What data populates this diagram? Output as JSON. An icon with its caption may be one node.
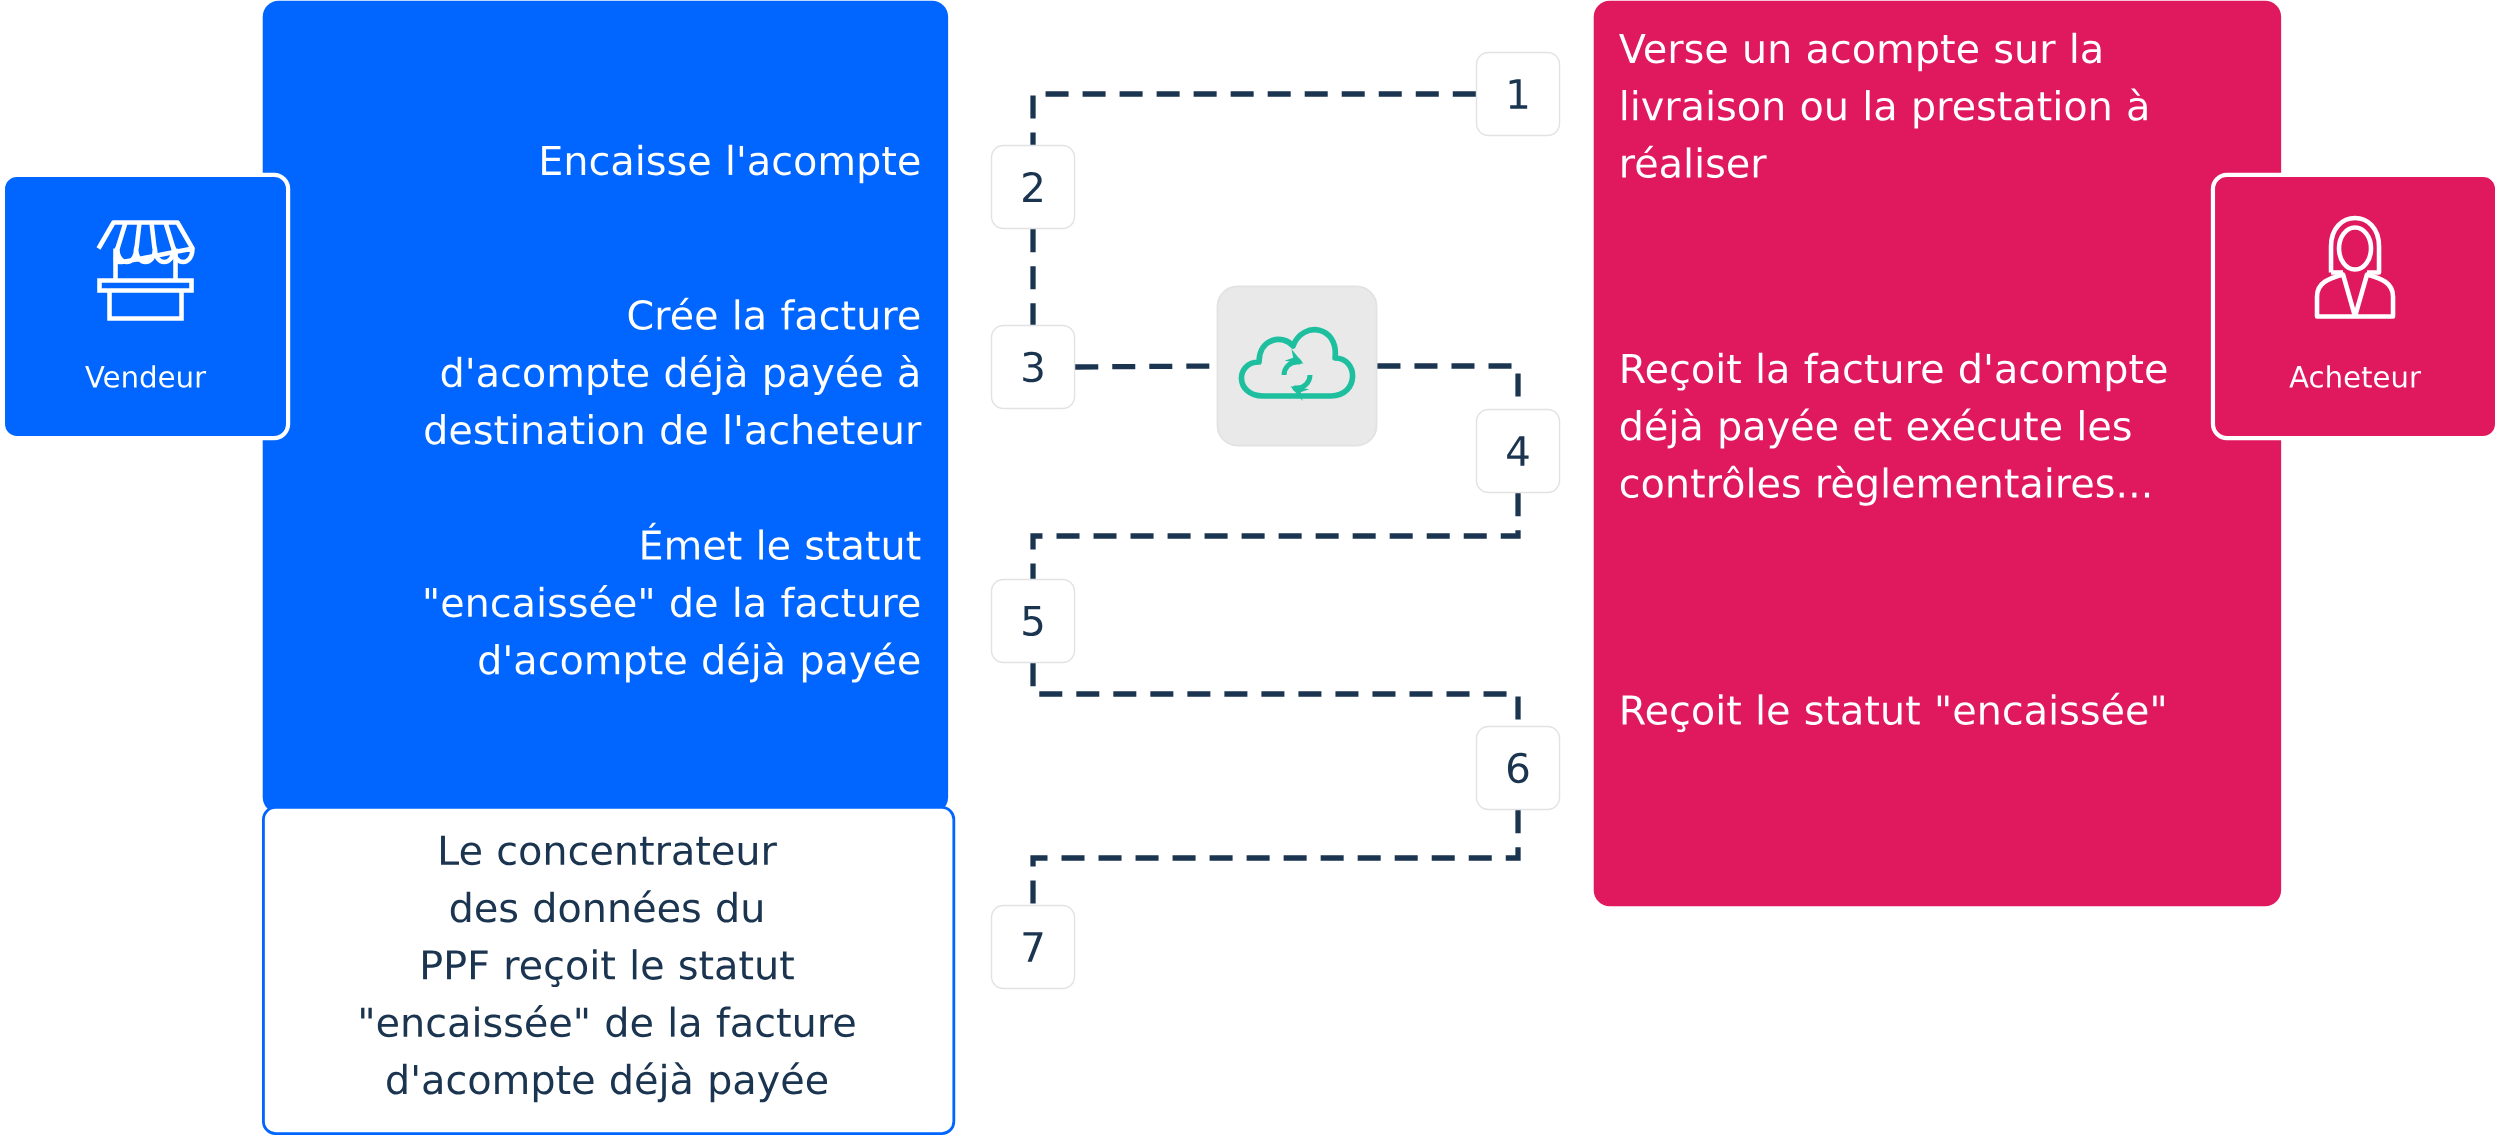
{
  "diagram": {
    "nodes": [
      {
        "text": [
          "Vendeur"
        ]
      },
      {
        "text": [
          "Encaisse l'acompte",
          "Crée la facture d'acompte déjà payée à destination de l'acheteur",
          "Émet le statut \"encaissée\" de la facture d'acompte déjà payée"
        ]
      },
      {
        "text": [
          "1"
        ]
      },
      {
        "text": [
          "2"
        ]
      },
      {
        "text": [
          "3"
        ]
      },
      {
        "text": [],
        "shape": "cloud"
      },
      {
        "text": [
          "4"
        ]
      },
      {
        "text": [
          "5"
        ]
      },
      {
        "text": [
          "6"
        ]
      },
      {
        "text": [
          "7"
        ]
      },
      {
        "text": [
          "Le concentrateur des données du PPF reçoit le statut \"encaissée\" de la facture d'acompte déjà payée"
        ]
      },
      {
        "text": [
          "Verse un acompte sur la livraison ou la prestation à réaliser",
          "Reçoit la facture d'acompte déjà payée et exécute les contrôles règlementaires...",
          "Reçoit le statut \"encaissée\""
        ]
      },
      {
        "text": [
          "Acheteur"
        ]
      }
    ],
    "edges": [
      {
        "from": 2,
        "to": 3,
        "arrow": "none",
        "style": "dashed"
      },
      {
        "from": 3,
        "to": 4,
        "arrow": "none",
        "style": "dashed"
      },
      {
        "from": 4,
        "to": 5,
        "arrow": "none",
        "style": "dashed"
      },
      {
        "from": 5,
        "to": 6,
        "arrow": "none",
        "style": "dashed"
      },
      {
        "from": 6,
        "to": 7,
        "arrow": "none",
        "style": "dashed"
      },
      {
        "from": 7,
        "to": 8,
        "arrow": "none",
        "style": "dashed"
      },
      {
        "from": 8,
        "to": 9,
        "arrow": "none",
        "style": "dashed"
      }
    ]
  }
}
